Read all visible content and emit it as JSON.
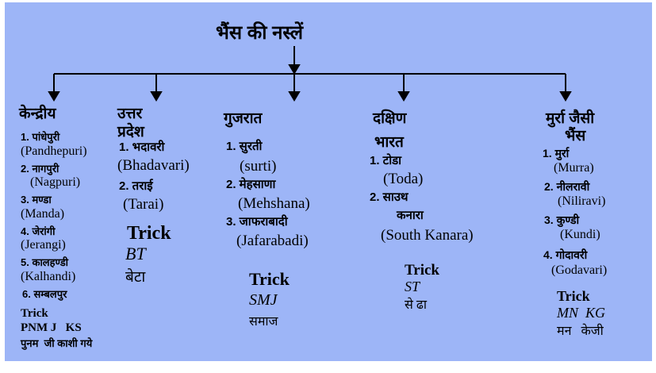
{
  "title": "भैंस की नस्लें",
  "columns": [
    {
      "heading": [
        "केन्द्रीय"
      ],
      "items": [
        "1. पांधेपुरी",
        "(Pandhepuri)",
        "2. नागपुरी",
        "(Nagpuri)",
        "3. मण्डा",
        "(Manda)",
        "4. जेरांगी",
        "(Jerangi)",
        "5. कालहण्डी",
        "(Kalhandi)",
        "6. सम्बलपुर"
      ],
      "trick": "Trick",
      "code": "PNM J   KS",
      "mnemonic": "पुनम  जी काशी गये"
    },
    {
      "heading": [
        "उत्तर",
        "प्रदेश"
      ],
      "items": [
        "1. भदावरी",
        "(Bhadavari)",
        "2. तराई",
        "(Tarai)"
      ],
      "trick": "Trick",
      "code": "BT",
      "mnemonic": "बेटा"
    },
    {
      "heading": [
        "गुजरात"
      ],
      "items": [
        "1. सुरती",
        "(surti)",
        "2. मेहसाणा",
        "(Mehshana)",
        "3. जाफराबादी",
        "(Jafarabadi)"
      ],
      "trick": "Trick",
      "code": "SMJ",
      "mnemonic": "समाज"
    },
    {
      "heading": [
        "दक्षिण",
        "भारत"
      ],
      "items": [
        "1. टोडा",
        "(Toda)",
        "2. साउथ",
        "कनारा",
        "(South Kanara)"
      ],
      "trick": "Trick",
      "code": "ST",
      "mnemonic": "से ढा"
    },
    {
      "heading": [
        "मुर्रा जैसी",
        "भैंस"
      ],
      "items": [
        "1. मुर्रा",
        "(Murra)",
        "2. नीलरावी",
        "(Niliravi)",
        "3. कुण्डी",
        "(Kundi)",
        "4. गोदावरी",
        "(Godavari)"
      ],
      "trick": "Trick",
      "code": "MN  KG",
      "mnemonic": "मन   केजी"
    }
  ]
}
